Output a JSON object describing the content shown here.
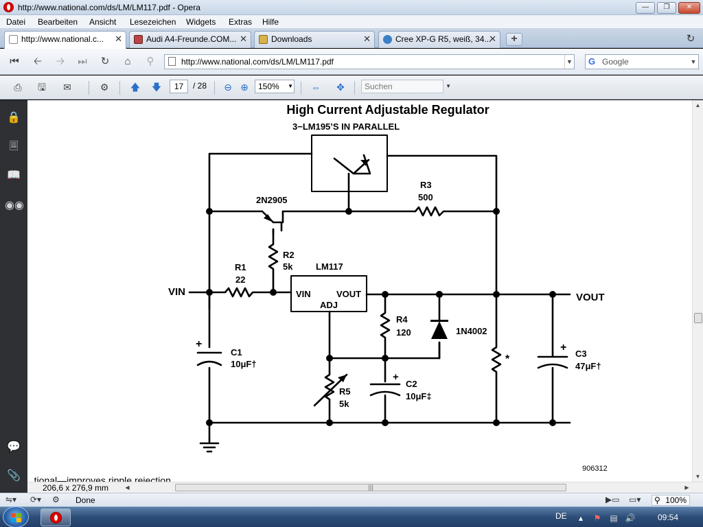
{
  "window": {
    "title": "http://www.national.com/ds/LM/LM117.pdf - Opera",
    "controls": {
      "minimize": "—",
      "maximize": "❐",
      "close": "✕"
    }
  },
  "menu": {
    "items": [
      "Datei",
      "Bearbeiten",
      "Ansicht",
      "Lesezeichen",
      "Widgets",
      "Extras",
      "Hilfe"
    ]
  },
  "tabs": [
    {
      "label": "http://www.national.c...",
      "icon": "page-icon",
      "active": true
    },
    {
      "label": "Audi A4-Freunde.COM...",
      "icon": "audi-icon",
      "active": false
    },
    {
      "label": "Downloads",
      "icon": "download-icon",
      "active": false
    },
    {
      "label": "Cree XP-G R5, weiß, 34...",
      "icon": "star-icon",
      "active": false
    }
  ],
  "tab_close": "✕",
  "new_tab": "+",
  "address": {
    "url": "http://www.national.com/ds/LM/LM117.pdf",
    "search_engine": "Google"
  },
  "pdf_toolbar": {
    "page_current": "17",
    "page_total": "/ 28",
    "zoom": "150%",
    "search_placeholder": "Suchen"
  },
  "document": {
    "title": "High Current Adjustable Regulator",
    "footer_partial": "...tional—improves ripple rejection.",
    "schematic": {
      "top_label": "3−LM195’S IN PARALLEL",
      "q_label": "2N2905",
      "r1": [
        "R1",
        "22"
      ],
      "r2": [
        "R2",
        "5k"
      ],
      "r3": [
        "R3",
        "500"
      ],
      "r4": [
        "R4",
        "120"
      ],
      "r5": [
        "R5",
        "5k"
      ],
      "ic": {
        "name": "LM117",
        "vin": "VIN",
        "vout": "VOUT",
        "adj": "ADJ"
      },
      "vin_label": "VIN",
      "vout_label": "VOUT",
      "c1": [
        "C1",
        "10μF†"
      ],
      "c2": [
        "C2",
        "10μF‡"
      ],
      "c3": [
        "C3",
        "47μF†"
      ],
      "diode": "1N4002",
      "star": "*",
      "figure_id": "906312"
    }
  },
  "doc_size": "206,6 x 276,9 mm",
  "status": {
    "text": "Done",
    "zoom": "100%"
  },
  "taskbar": {
    "language": "DE",
    "time": "09:54"
  }
}
